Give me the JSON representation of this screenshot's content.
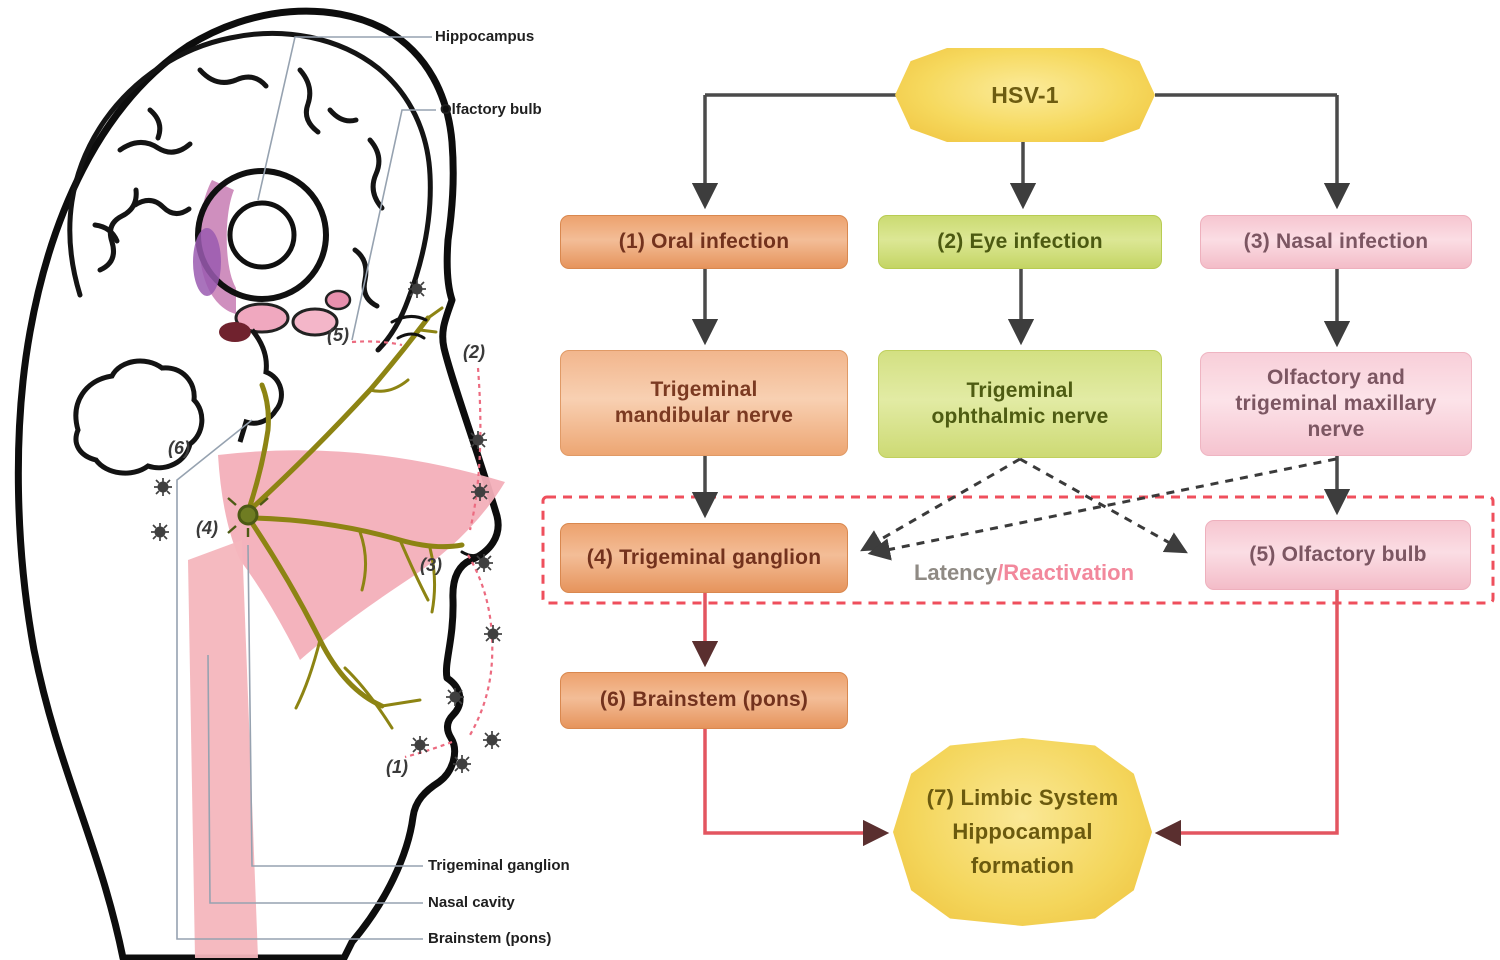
{
  "palette": {
    "box_orange": "#ec9f6b",
    "box_orange_light": "#f4bf9e",
    "box_green": "#ccdc74",
    "box_green_light": "#d4e184",
    "box_pink": "#f7c9d3",
    "box_pink_light": "#f8d0da",
    "hexagon_yellow": "#f2c743",
    "dashed_frame_red": "#ef4f5c",
    "connector_dark": "#4a4a4a",
    "connector_red": "#e35560",
    "latency_gray": "#8f8a84",
    "reactivation_pink": "#f2889c",
    "nerve_olive": "#8d8413",
    "anatomy_pink": "#f3afb9"
  },
  "anatomy": {
    "labels": {
      "hippocampus": "Hippocampus",
      "olfactory_bulb": "Olfactory bulb",
      "trigeminal_ganglion": "Trigeminal ganglion",
      "nasal_cavity": "Nasal cavity",
      "brainstem_pons": "Brainstem (pons)"
    },
    "site_markers": {
      "m1": "(1)",
      "m2": "(2)",
      "m3": "(3)",
      "m4": "(4)",
      "m5": "(5)",
      "m6": "(6)"
    }
  },
  "flowchart": {
    "hsv1": "HSV-1",
    "row1": {
      "oral": "(1) Oral infection",
      "eye": "(2) Eye infection",
      "nasal": "(3) Nasal infection"
    },
    "row2": {
      "mandibular": "Trigeminal mandibular nerve",
      "ophthalmic": "Trigeminal ophthalmic nerve",
      "maxillary": "Olfactory and trigeminal maxillary nerve"
    },
    "row3": {
      "ganglion": "(4) Trigeminal ganglion",
      "olfactory_bulb": "(5) Olfactory bulb"
    },
    "latency": {
      "latency": "Latency",
      "slash": "/",
      "reactivation": "Reactivation"
    },
    "row4": {
      "brainstem": "(6) Brainstem (pons)"
    },
    "terminal": {
      "line1": "(7) Limbic System",
      "line2": "Hippocampal",
      "line3": "formation"
    }
  }
}
